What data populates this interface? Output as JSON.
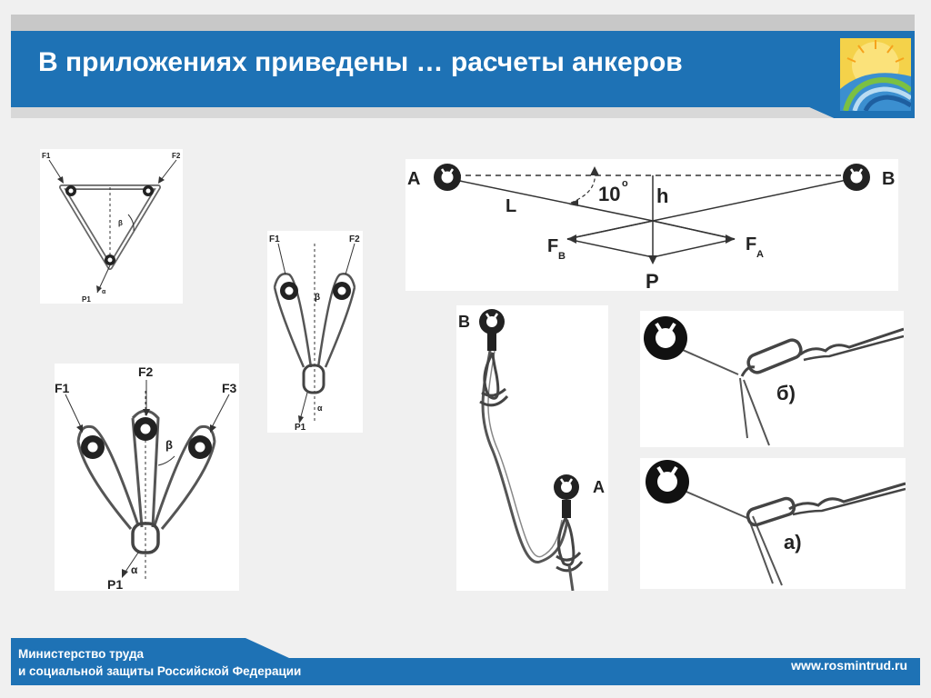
{
  "header": {
    "title": "В приложениях приведены … расчеты анкеров"
  },
  "footer": {
    "ministry_line1": "Министерство труда",
    "ministry_line2": "и социальной защиты Российской Федерации",
    "website": "www.rosmintrud.ru"
  },
  "colors": {
    "brand_blue": "#1e72b5",
    "header_stripe": "#c8c8c8",
    "background": "#f0f0f0"
  },
  "fig_triangle": {
    "f1": "F1",
    "f2": "F2",
    "beta": "β",
    "alpha": "α",
    "p1": "P1"
  },
  "fig_two_loops": {
    "f1": "F1",
    "f2": "F2",
    "beta": "β",
    "alpha": "α",
    "p1": "P1"
  },
  "fig_three_loops": {
    "f1": "F1",
    "f2": "F2",
    "f3": "F3",
    "beta": "β",
    "alpha": "α",
    "p1": "P1"
  },
  "fig_forces": {
    "a": "A",
    "b": "B",
    "l": "L",
    "angle": "10",
    "degree": "o",
    "h": "h",
    "fb": "F",
    "fb_sub": "B",
    "fa": "F",
    "fa_sub": "A",
    "p": "P"
  },
  "fig_rope": {
    "b": "B",
    "a": "A"
  },
  "fig_carabiner_b": {
    "label": "б)"
  },
  "fig_carabiner_a": {
    "label": "а)"
  }
}
